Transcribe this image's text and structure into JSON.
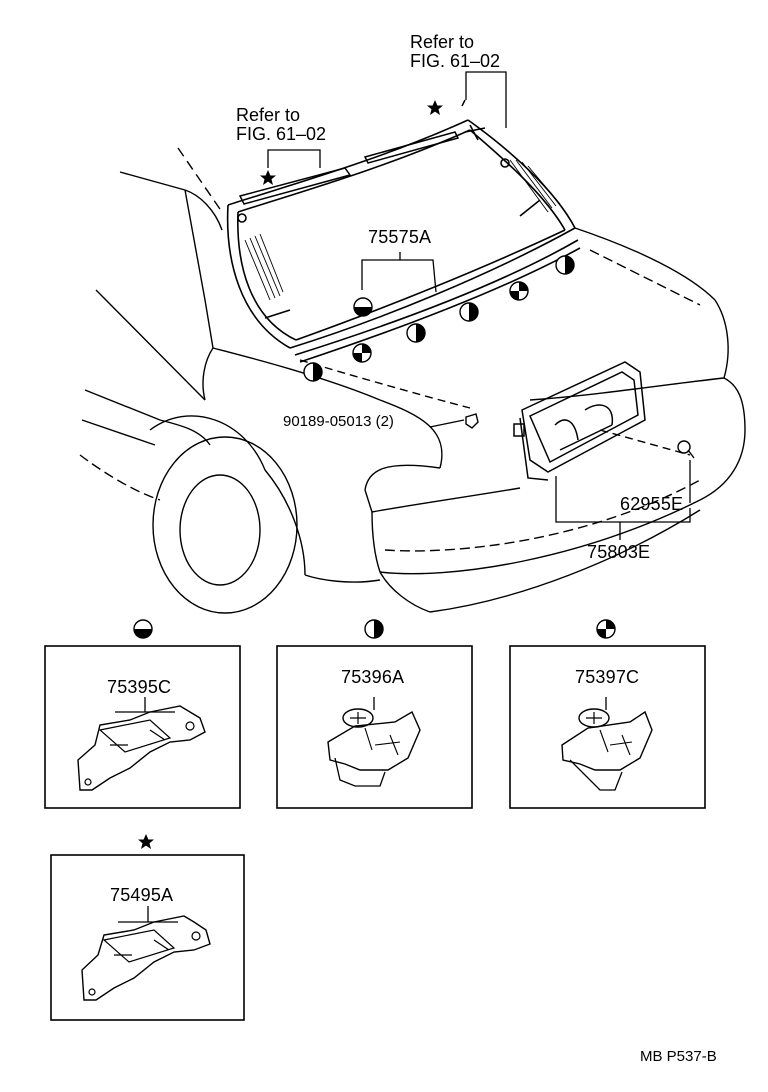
{
  "refer_right": {
    "line1": "Refer to",
    "line2": "FIG. 61–02"
  },
  "refer_left": {
    "line1": "Refer to",
    "line2": "FIG. 61–02"
  },
  "part_numbers": {
    "glass": "75575A",
    "screw": "90189-05013 (2)",
    "bolt": "62955E",
    "garnish": "75803E",
    "clip_half": "75395C",
    "clip_lr": "75396A",
    "clip_quarter": "75397C",
    "clip_star": "75495A"
  },
  "legend_symbols": {
    "half": "half-filled-circle-icon",
    "split": "split-circle-icon",
    "quarter": "quartered-circle-icon",
    "star": "star-icon"
  },
  "footer_code": "MB P537-B"
}
